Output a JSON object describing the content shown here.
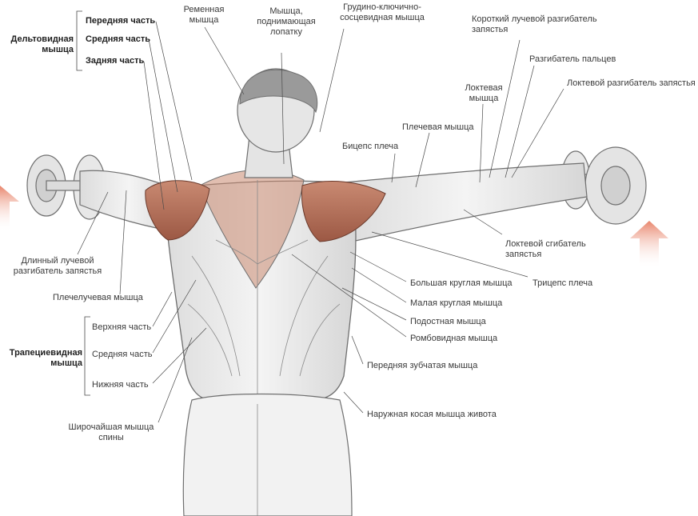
{
  "colors": {
    "deltoid": "#b8735c",
    "deltoid_shade": "#8a4a3a",
    "skin": "#ebebeb",
    "outline": "#6f6f6f",
    "arrow": "#e8846a",
    "leader": "#4a4a4a"
  },
  "groups": {
    "deltoid": {
      "title": "Дельтовидная\nмышца",
      "parts": [
        "Передняя часть",
        "Средняя часть",
        "Задняя часть"
      ]
    },
    "trapezius": {
      "title": "Трапециевидная\nмышца",
      "parts": [
        "Верхняя часть",
        "Средняя часть",
        "Нижняя часть"
      ]
    }
  },
  "labels": {
    "splenius": "Ременная\nмышца",
    "levator_scapulae": "Мышца,\nподнимающая\nлопатку",
    "sternocleidomastoid": "Грудино-ключично-\nсосцевидная мышца",
    "ecr_brevis": "Короткий лучевой разгибатель\nзапястья",
    "extensor_digitorum": "Разгибатель пальцев",
    "ecu": "Локтевой разгибатель запястья",
    "anconeus": "Локтевая\nмышца",
    "brachialis": "Плечевая мышца",
    "biceps": "Бицепс плеча",
    "ecr_longus": "Длинный лучевой\nразгибатель запястья",
    "brachioradialis": "Плечелучевая мышца",
    "fcu": "Локтевой сгибатель\nзапястья",
    "triceps": "Трицепс плеча",
    "teres_major": "Большая круглая мышца",
    "teres_minor": "Малая круглая мышца",
    "infraspinatus": "Подостная мышца",
    "rhomboid": "Ромбовидная мышца",
    "serratus": "Передняя зубчатая мышца",
    "external_oblique": "Наружная косая мышца живота",
    "latissimus": "Широчайшая мышца\nспины"
  },
  "icons": [
    "up-arrow-left",
    "up-arrow-right",
    "dumbbell-left",
    "dumbbell-right"
  ]
}
